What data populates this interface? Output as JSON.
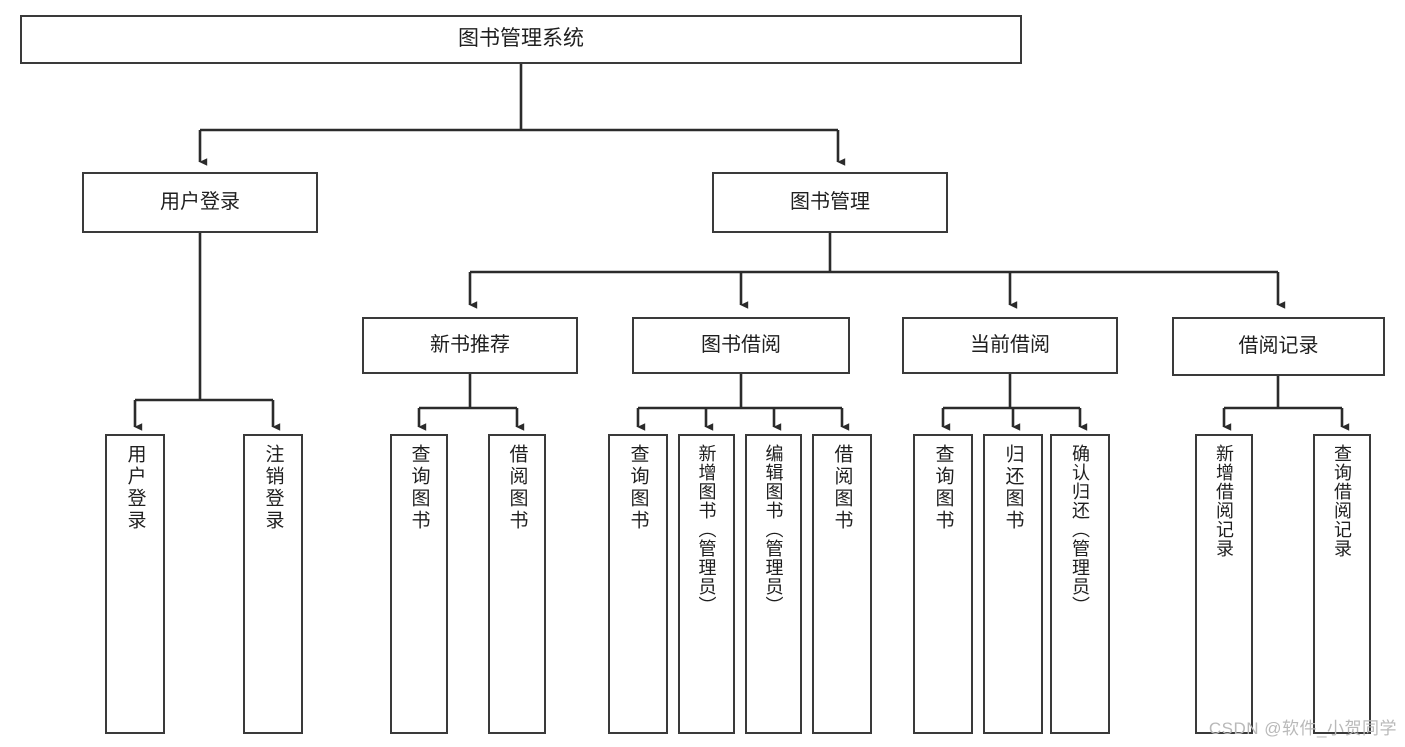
{
  "diagram": {
    "kind": "tree-diagram",
    "title": "图书管理系统",
    "watermark": "CSDN @软件_小贺同学",
    "colors": {
      "background": "#ffffff",
      "node_border": "#3a3a3a",
      "node_fill": "#ffffff",
      "edge": "#2b2b2b",
      "text": "#1f1f1f",
      "watermark": "#b9b9b9"
    },
    "nodes": {
      "root": {
        "label": "图书管理系统"
      },
      "level1": [
        {
          "label": "用户登录"
        },
        {
          "label": "图书管理"
        }
      ],
      "level2": [
        {
          "label": "新书推荐"
        },
        {
          "label": "图书借阅"
        },
        {
          "label": "当前借阅"
        },
        {
          "label": "借阅记录"
        }
      ],
      "leaves": {
        "user_login": [
          {
            "label": "用户登录"
          },
          {
            "label": "注销登录"
          }
        ],
        "new_book_recommend": [
          {
            "label": "查询图书"
          },
          {
            "label": "借阅图书"
          }
        ],
        "book_borrow": [
          {
            "label": "查询图书"
          },
          {
            "label": "新增图书（管理员）"
          },
          {
            "label": "编辑图书（管理员）"
          },
          {
            "label": "借阅图书"
          }
        ],
        "current_borrow": [
          {
            "label": "查询图书"
          },
          {
            "label": "归还图书"
          },
          {
            "label": "确认归还（管理员）"
          }
        ],
        "borrow_record": [
          {
            "label": "新增借阅记录"
          },
          {
            "label": "查询借阅记录"
          }
        ]
      }
    }
  }
}
